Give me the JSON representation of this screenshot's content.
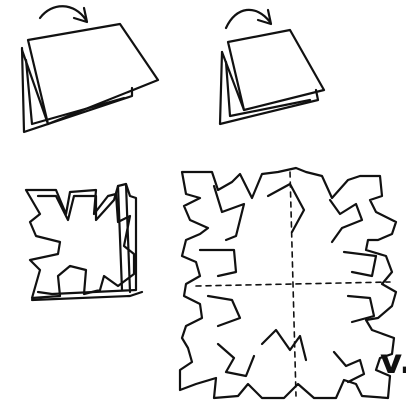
{
  "diagram": {
    "step_label": "v.",
    "panels": [
      {
        "name": "fold-once",
        "icon": "curved-arrow-icon"
      },
      {
        "name": "fold-twice",
        "icon": "curved-arrow-icon"
      },
      {
        "name": "cut-folded-square"
      },
      {
        "name": "unfolded-snowflake",
        "fold_lines": "dashed"
      }
    ],
    "colors": {
      "ink": "#111111",
      "paper": "#ffffff"
    }
  }
}
